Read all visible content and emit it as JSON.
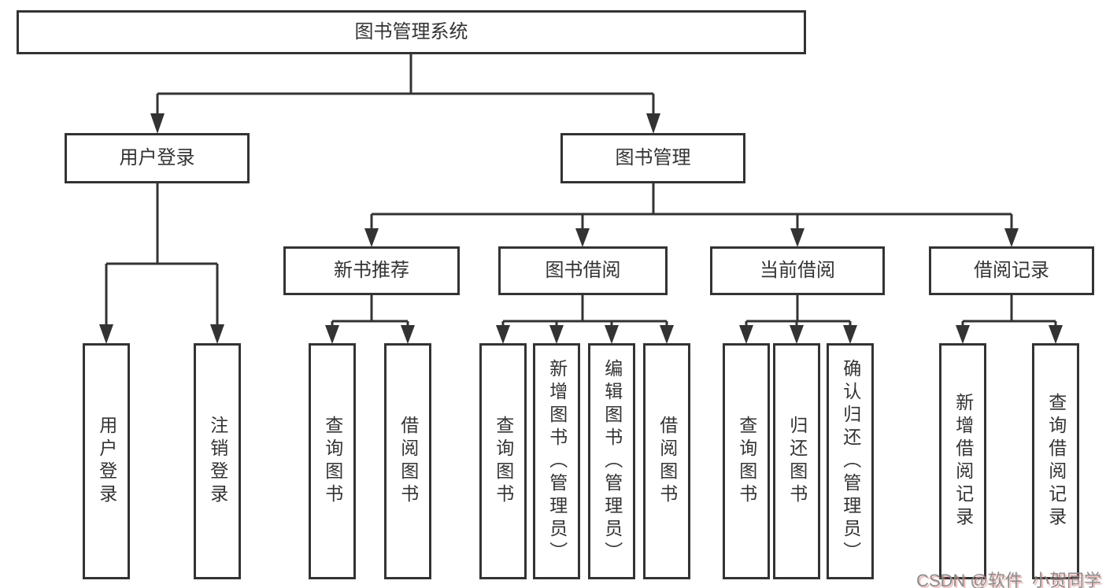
{
  "tree": {
    "root": {
      "label": "图书管理系统"
    },
    "branches": [
      {
        "label": "用户登录",
        "leaves": [
          "用户登录",
          "注销登录"
        ]
      },
      {
        "label": "图书管理",
        "groups": [
          {
            "label": "新书推荐",
            "leaves": [
              "查询图书",
              "借阅图书"
            ]
          },
          {
            "label": "图书借阅",
            "leaves": [
              "查询图书",
              "新增图书（管理员）",
              "编辑图书（管理员）",
              "借阅图书"
            ]
          },
          {
            "label": "当前借阅",
            "leaves": [
              "查询图书",
              "归还图书",
              "确认归还（管理员）"
            ]
          },
          {
            "label": "借阅记录",
            "leaves": [
              "新增借阅记录",
              "查询借阅记录"
            ]
          }
        ]
      }
    ]
  },
  "watermark": {
    "text": "CSDN @软件_小贺同学"
  },
  "colors": {
    "line": "#333333",
    "box_border": "#333333",
    "text": "#333333",
    "background": "#ffffff",
    "watermark_gray": "#8c8c8c",
    "watermark_red_shadow": "#e07a7a"
  }
}
